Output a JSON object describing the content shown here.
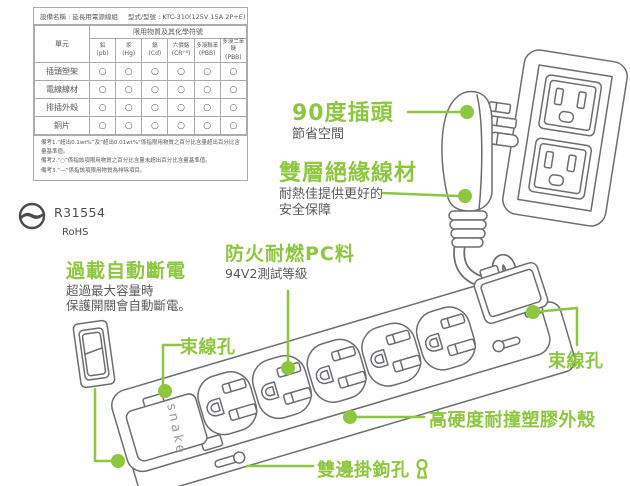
{
  "colors": {
    "green": "#8dc63f",
    "ink": "#595a5c",
    "line_art": "#6b6d70",
    "table_border": "#a9abae"
  },
  "spec_table": {
    "device_label": "設備名稱 : 延長用電源線組",
    "model_label": "型式/型號 : KTC-310(125V 15A 2P+E)",
    "group_header": "限用物質及其化學符號",
    "unit_header": "單元",
    "columns": [
      {
        "name": "鉛",
        "symbol": "(pb)"
      },
      {
        "name": "汞",
        "symbol": "(Hg)"
      },
      {
        "name": "鎘",
        "symbol": "(Cd)"
      },
      {
        "name": "六價鉻",
        "symbol": "(CR⁺⁶)"
      },
      {
        "name": "多溴聯苯",
        "symbol": "(PBB)"
      },
      {
        "name": "多溴二苯醚",
        "symbol": "(PBB)"
      }
    ],
    "rows": [
      {
        "label": "插頭塑架"
      },
      {
        "label": "電線線材"
      },
      {
        "label": "排插外殼"
      },
      {
        "label": "銅片"
      }
    ],
    "compliance_mark": "○",
    "notes": [
      "備考1.“超出0.1wt%”及“超出0.01wt%”係指限用物質之百分比含量超出百分比含量基準值。",
      "備考2.“○”係指該項限用物質之百分比含量未超出百分比含量基準值。",
      "備考3.“—”係指該項限用物質為排除項目。"
    ]
  },
  "certification": {
    "number": "R31554",
    "standard": "RoHS"
  },
  "brand": "snake",
  "callouts": {
    "plug": {
      "title": "90度插頭",
      "desc": "節省空間"
    },
    "cable": {
      "title": "雙層絕緣線材",
      "desc_line1": "耐熱佳提供更好的",
      "desc_line2": "安全保障"
    },
    "pc": {
      "title": "防火耐燃PC料",
      "desc": "94V2測試等級"
    },
    "overload": {
      "title": "過載自動斷電",
      "desc_line1": "超過最大容量時",
      "desc_line2": "保護開關會自動斷電。"
    },
    "tie_left": {
      "title": "束線孔"
    },
    "tie_right": {
      "title": "束線孔"
    },
    "shell": {
      "title": "高硬度耐撞塑膠外殼"
    },
    "hook": {
      "title": "雙邊掛鉤孔"
    }
  }
}
